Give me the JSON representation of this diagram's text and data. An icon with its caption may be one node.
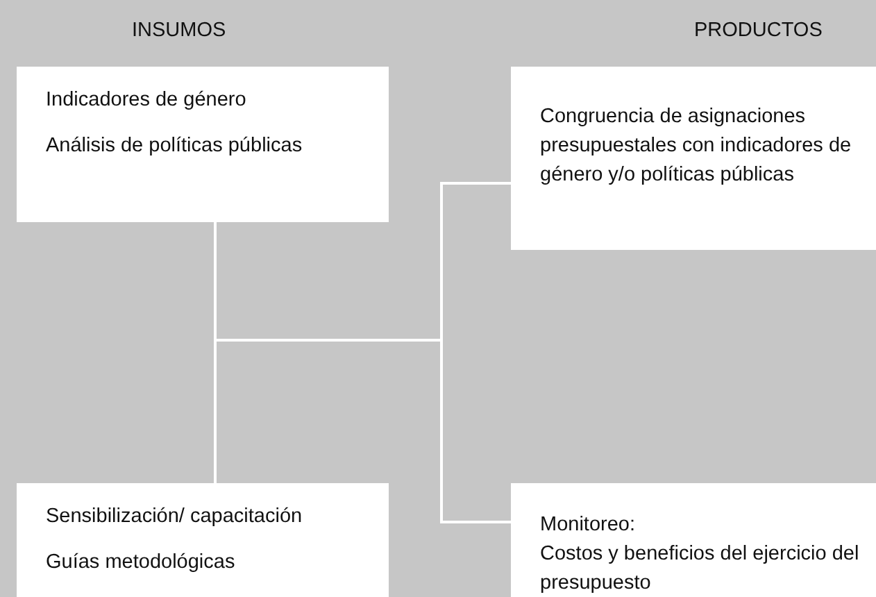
{
  "diagram": {
    "nodes": [
      {
        "text": [
          "Indicadores de género",
          "Análisis de políticas públicas"
        ]
      },
      {
        "text": [
          "Congruencia de asignaciones presupuestales con indicadores de género y/o políticas públicas"
        ]
      },
      {
        "text": [
          "Sensibilización/ capacitación",
          "Guías metodológicas"
        ]
      },
      {
        "text": [
          "Monitoreo:",
          "Costos y beneficios del ejercicio del presupuesto"
        ]
      }
    ],
    "edges": [
      {
        "from": 0,
        "to": 1,
        "arrow": "none"
      },
      {
        "from": 0,
        "to": 3,
        "arrow": "none"
      },
      {
        "from": 2,
        "to": 1,
        "arrow": "none"
      },
      {
        "from": 2,
        "to": 3,
        "arrow": "none"
      }
    ],
    "labels": [
      "INSUMOS",
      "PRODUCTOS"
    ]
  }
}
